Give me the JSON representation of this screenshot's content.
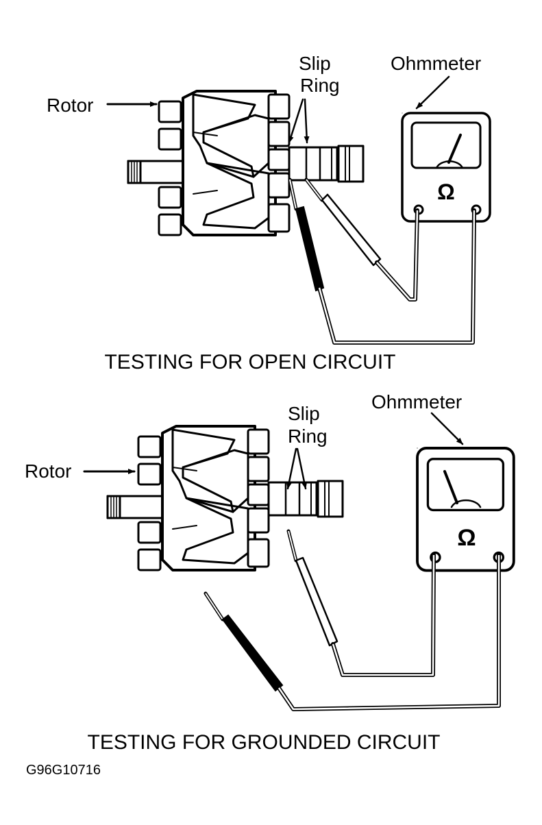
{
  "figure_id": "G96G10716",
  "colors": {
    "ink": "#000000",
    "background": "#ffffff"
  },
  "panels": [
    {
      "caption": "TESTING FOR OPEN CIRCUIT",
      "labels": {
        "rotor": "Rotor",
        "slip_ring_line1": "Slip",
        "slip_ring_line2": "Ring",
        "ohmmeter": "Ohmmeter"
      },
      "meter_symbol": "Ω",
      "meter_needle": "high-reading",
      "probes": [
        "slip-ring-1",
        "slip-ring-2"
      ]
    },
    {
      "caption": "TESTING FOR GROUNDED CIRCUIT",
      "labels": {
        "rotor": "Rotor",
        "slip_ring_line1": "Slip",
        "slip_ring_line2": "Ring",
        "ohmmeter": "Ohmmeter"
      },
      "meter_symbol": "Ω",
      "meter_needle": "low-reading",
      "probes": [
        "slip-ring",
        "rotor-body"
      ]
    }
  ]
}
